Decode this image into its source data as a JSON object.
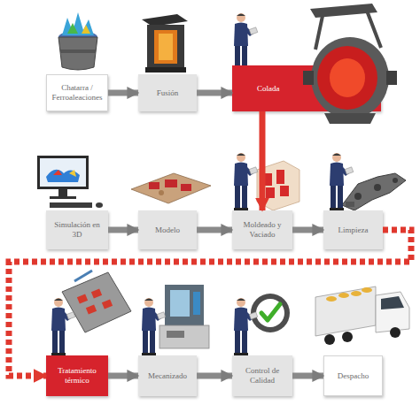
{
  "diagram": {
    "nodes": [
      {
        "text": [
          "Chatarra / Ferroaleaciones"
        ]
      },
      {
        "text": [
          "Fusión"
        ]
      },
      {
        "text": [
          "Colada"
        ]
      },
      {
        "text": [
          "Simulación en 3D"
        ]
      },
      {
        "text": [
          "Modelo"
        ]
      },
      {
        "text": [
          "Moldeado y Vaciado"
        ]
      },
      {
        "text": [
          "Limpieza"
        ]
      },
      {
        "text": [
          "Tratamiento térmico"
        ]
      },
      {
        "text": [
          "Mecanizado"
        ]
      },
      {
        "text": [
          "Control de Calidad"
        ]
      },
      {
        "text": [
          "Despacho"
        ]
      }
    ],
    "edges": [
      {
        "from": 0,
        "to": 1,
        "arrow": "to"
      },
      {
        "from": 1,
        "to": 2,
        "arrow": "to"
      },
      {
        "from": 2,
        "to": 5,
        "arrow": "to"
      },
      {
        "from": 3,
        "to": 4,
        "arrow": "to"
      },
      {
        "from": 4,
        "to": 5,
        "arrow": "to"
      },
      {
        "from": 5,
        "to": 6,
        "arrow": "to"
      },
      {
        "from": 6,
        "to": 7,
        "arrow": "to"
      },
      {
        "from": 7,
        "to": 8,
        "arrow": "to"
      },
      {
        "from": 8,
        "to": 9,
        "arrow": "to"
      },
      {
        "from": 9,
        "to": 10,
        "arrow": "to"
      }
    ]
  }
}
